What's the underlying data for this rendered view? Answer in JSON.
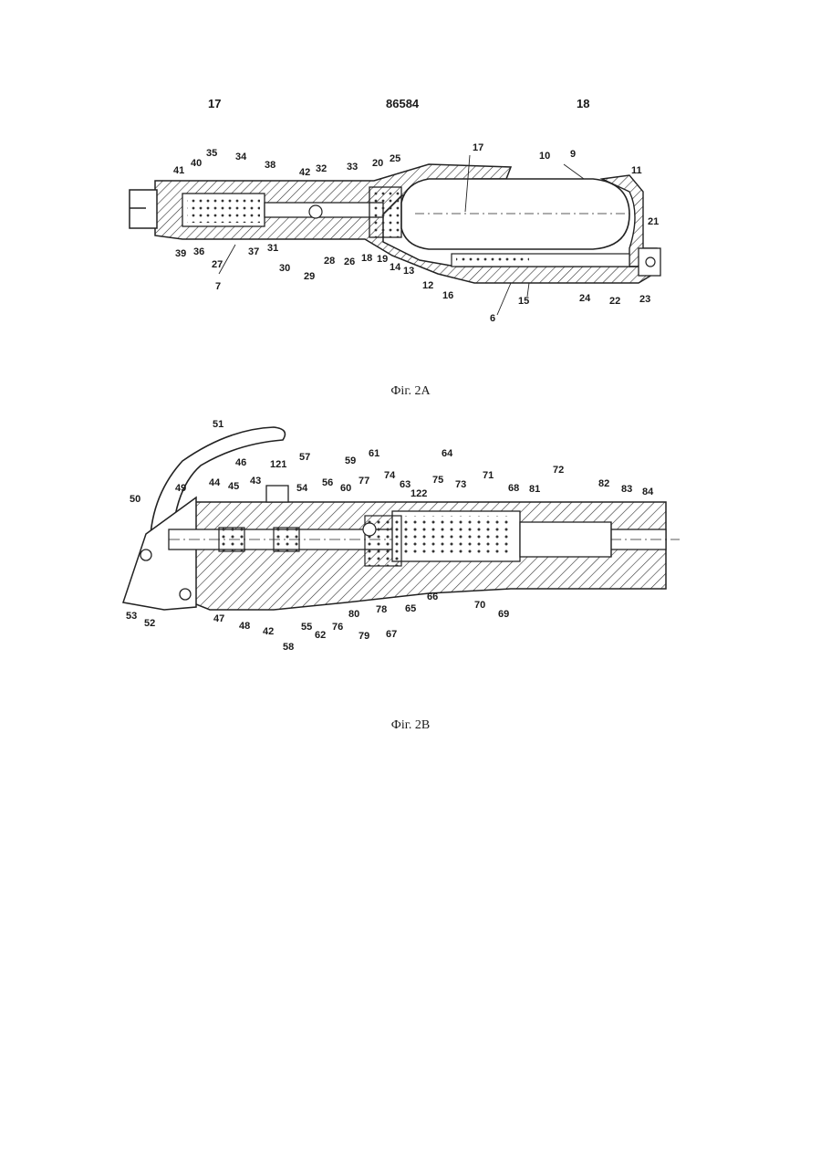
{
  "header": {
    "left_page": "17",
    "doc_number": "86584",
    "right_page": "18"
  },
  "figA": {
    "caption": "Фіг. 2А",
    "labels": [
      "17",
      "10",
      "9",
      "11",
      "21",
      "41",
      "40",
      "35",
      "34",
      "38",
      "42",
      "32",
      "33",
      "20",
      "25",
      "39",
      "36",
      "27",
      "37",
      "31",
      "30",
      "29",
      "28",
      "26",
      "18",
      "19",
      "14",
      "13",
      "12",
      "16",
      "15",
      "24",
      "22",
      "23",
      "6",
      "7"
    ]
  },
  "figB": {
    "caption": "Фіг. 2В",
    "labels": [
      "51",
      "46",
      "121",
      "57",
      "59",
      "61",
      "64",
      "72",
      "50",
      "49",
      "44",
      "45",
      "43",
      "54",
      "56",
      "60",
      "77",
      "74",
      "63",
      "122",
      "75",
      "73",
      "71",
      "68",
      "81",
      "82",
      "83",
      "84",
      "53",
      "52",
      "47",
      "48",
      "42",
      "58",
      "55",
      "62",
      "76",
      "80",
      "79",
      "78",
      "65",
      "67",
      "66",
      "70",
      "69"
    ]
  }
}
